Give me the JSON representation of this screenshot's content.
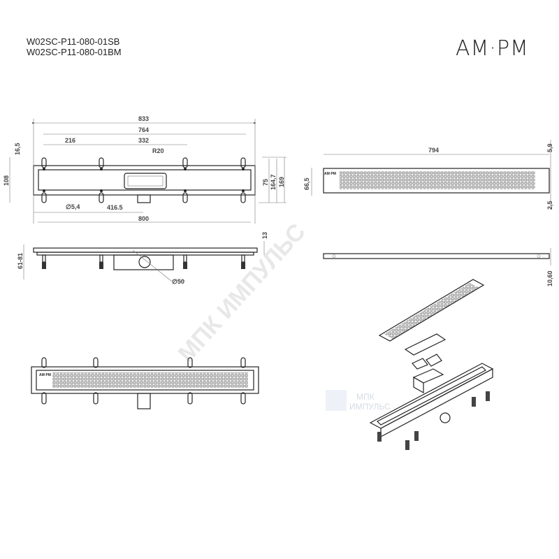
{
  "header": {
    "model_1": "W02SC-P11-080-01SB",
    "model_2": "W02SC-P11-080-01BM",
    "logo": "AM·PM"
  },
  "watermark": {
    "text": "МПК ИМПУЛЬС",
    "badge_line1": "МПК",
    "badge_line2": "ИМПУЛЬС"
  },
  "grate_brand": "AM·PM",
  "dimensions": {
    "top_view": {
      "overall": "833",
      "inner": "764",
      "d216": "216",
      "d332": "332",
      "radius": "R20",
      "hole": "∅5,4",
      "outlet_offset": "416.5",
      "length": "800",
      "d16_5": "16,5",
      "width": "108",
      "d75": "75",
      "d164_7": "164,7",
      "d169": "169"
    },
    "side_view": {
      "d13": "13",
      "height_range": "61-81",
      "outlet": "∅50"
    },
    "grate_view": {
      "length": "794",
      "d5_9": "5,9",
      "width": "66,5",
      "d2_5": "2,5",
      "d10_60": "10,60"
    }
  }
}
